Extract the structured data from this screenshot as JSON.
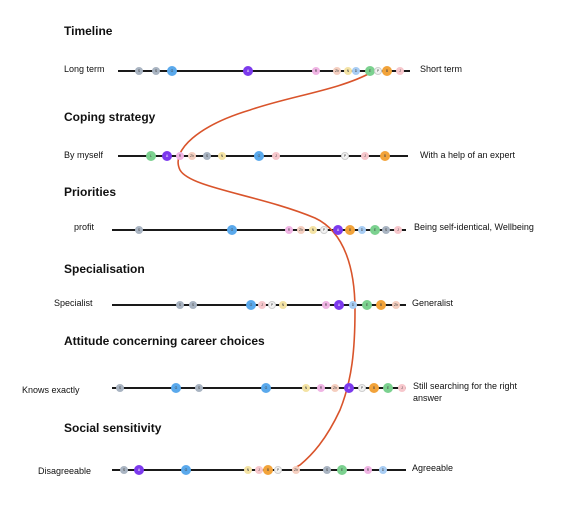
{
  "sections": [
    {
      "id": "timeline",
      "title": "Timeline",
      "left_label": "Long term",
      "right_label": "Short term",
      "dots": [
        {
          "color": "#a9b4c2",
          "letter": "S"
        },
        {
          "color": "#a9b4c2",
          "letter": "S"
        },
        {
          "color": "#5aa9ec",
          "letter": "G"
        },
        {
          "color": "#7c3aed",
          "letter": "A"
        },
        {
          "color": "#f0b4e4",
          "letter": "R"
        },
        {
          "color": "#f5cfc0",
          "letter": "Zh"
        },
        {
          "color": "#f4e3a4",
          "letter": "N"
        },
        {
          "color": "#a8cdf4",
          "letter": "D"
        },
        {
          "color": "#7bd18f",
          "letter": "E"
        },
        {
          "color": "#f2f2f2",
          "letter": "P"
        },
        {
          "color": "#f2a33a",
          "letter": "B"
        },
        {
          "color": "#f7c7cc",
          "letter": "J"
        }
      ]
    },
    {
      "id": "coping-strategy",
      "title": "Coping strategy",
      "left_label": "By myself",
      "right_label": "With a help of an expert",
      "dots": [
        {
          "color": "#7bd18f",
          "letter": "L"
        },
        {
          "color": "#7c3aed",
          "letter": "A"
        },
        {
          "color": "#f0b4e4",
          "letter": "R"
        },
        {
          "color": "#f5cfc0",
          "letter": "Zh"
        },
        {
          "color": "#a9b4c2",
          "letter": "S"
        },
        {
          "color": "#f4e3a4",
          "letter": "N"
        },
        {
          "color": "#5aa9ec",
          "letter": "G"
        },
        {
          "color": "#f7c7cc",
          "letter": "J"
        },
        {
          "color": "#f2f2f2",
          "letter": "P"
        },
        {
          "color": "#f7c7cc",
          "letter": "J"
        },
        {
          "color": "#f2a33a",
          "letter": "B"
        }
      ]
    },
    {
      "id": "priorities",
      "title": "Priorities",
      "left_label": "profit",
      "right_label": "Being self-identical, Wellbeing",
      "dots": [
        {
          "color": "#a9b4c2",
          "letter": "S"
        },
        {
          "color": "#5aa9ec",
          "letter": "G"
        },
        {
          "color": "#f0b4e4",
          "letter": "R"
        },
        {
          "color": "#f5cfc0",
          "letter": "Zh"
        },
        {
          "color": "#f4e3a4",
          "letter": "N"
        },
        {
          "color": "#f2f2f2",
          "letter": "P"
        },
        {
          "color": "#7c3aed",
          "letter": "A"
        },
        {
          "color": "#f2a33a",
          "letter": "B"
        },
        {
          "color": "#a8cdf4",
          "letter": "D"
        },
        {
          "color": "#7bd18f",
          "letter": "E"
        },
        {
          "color": "#a9b4c2",
          "letter": "S"
        },
        {
          "color": "#f7c7cc",
          "letter": "J"
        }
      ]
    },
    {
      "id": "specialisation",
      "title": "Specialisation",
      "left_label": "Specialist",
      "right_label": "Generalist",
      "dots": [
        {
          "color": "#a9b4c2",
          "letter": "S"
        },
        {
          "color": "#a9b4c2",
          "letter": "S"
        },
        {
          "color": "#5aa9ec",
          "letter": "G"
        },
        {
          "color": "#f7c7cc",
          "letter": "J"
        },
        {
          "color": "#f2f2f2",
          "letter": "P"
        },
        {
          "color": "#f4e3a4",
          "letter": "N"
        },
        {
          "color": "#f0b4e4",
          "letter": "R"
        },
        {
          "color": "#7c3aed",
          "letter": "A"
        },
        {
          "color": "#a8cdf4",
          "letter": "D"
        },
        {
          "color": "#7bd18f",
          "letter": "E"
        },
        {
          "color": "#f2a33a",
          "letter": "B"
        },
        {
          "color": "#f5cfc0",
          "letter": "Zh"
        }
      ]
    },
    {
      "id": "attitude",
      "title": "Attitude concerning career choices",
      "left_label": "Knows exactly",
      "right_label": "Still searching for the right answer",
      "dots": [
        {
          "color": "#a9b4c2",
          "letter": "S"
        },
        {
          "color": "#5aa9ec",
          "letter": "G"
        },
        {
          "color": "#a9b4c2",
          "letter": "S"
        },
        {
          "color": "#5aa9ec",
          "letter": "G"
        },
        {
          "color": "#f4e3a4",
          "letter": "N"
        },
        {
          "color": "#f0b4e4",
          "letter": "R"
        },
        {
          "color": "#f5cfc0",
          "letter": "Zh"
        },
        {
          "color": "#7c3aed",
          "letter": "A"
        },
        {
          "color": "#f2f2f2",
          "letter": "P"
        },
        {
          "color": "#f2a33a",
          "letter": "B"
        },
        {
          "color": "#7bd18f",
          "letter": "E"
        },
        {
          "color": "#f7c7cc",
          "letter": "J"
        }
      ]
    },
    {
      "id": "social-sensitivity",
      "title": "Social sensitivity",
      "left_label": "Disagreeable",
      "right_label": "Agreeable",
      "dots": [
        {
          "color": "#a9b4c2",
          "letter": "S"
        },
        {
          "color": "#7c3aed",
          "letter": "A"
        },
        {
          "color": "#5aa9ec",
          "letter": "G"
        },
        {
          "color": "#f4e3a4",
          "letter": "N"
        },
        {
          "color": "#f7c7cc",
          "letter": "J"
        },
        {
          "color": "#f2a33a",
          "letter": "B"
        },
        {
          "color": "#f2f2f2",
          "letter": "P"
        },
        {
          "color": "#f5cfc0",
          "letter": "Zh"
        },
        {
          "color": "#a9b4c2",
          "letter": "S"
        },
        {
          "color": "#7bd18f",
          "letter": "E"
        },
        {
          "color": "#f0b4e4",
          "letter": "R"
        },
        {
          "color": "#a8cdf4",
          "letter": "D"
        }
      ]
    }
  ],
  "curve_color": "#d9542b"
}
